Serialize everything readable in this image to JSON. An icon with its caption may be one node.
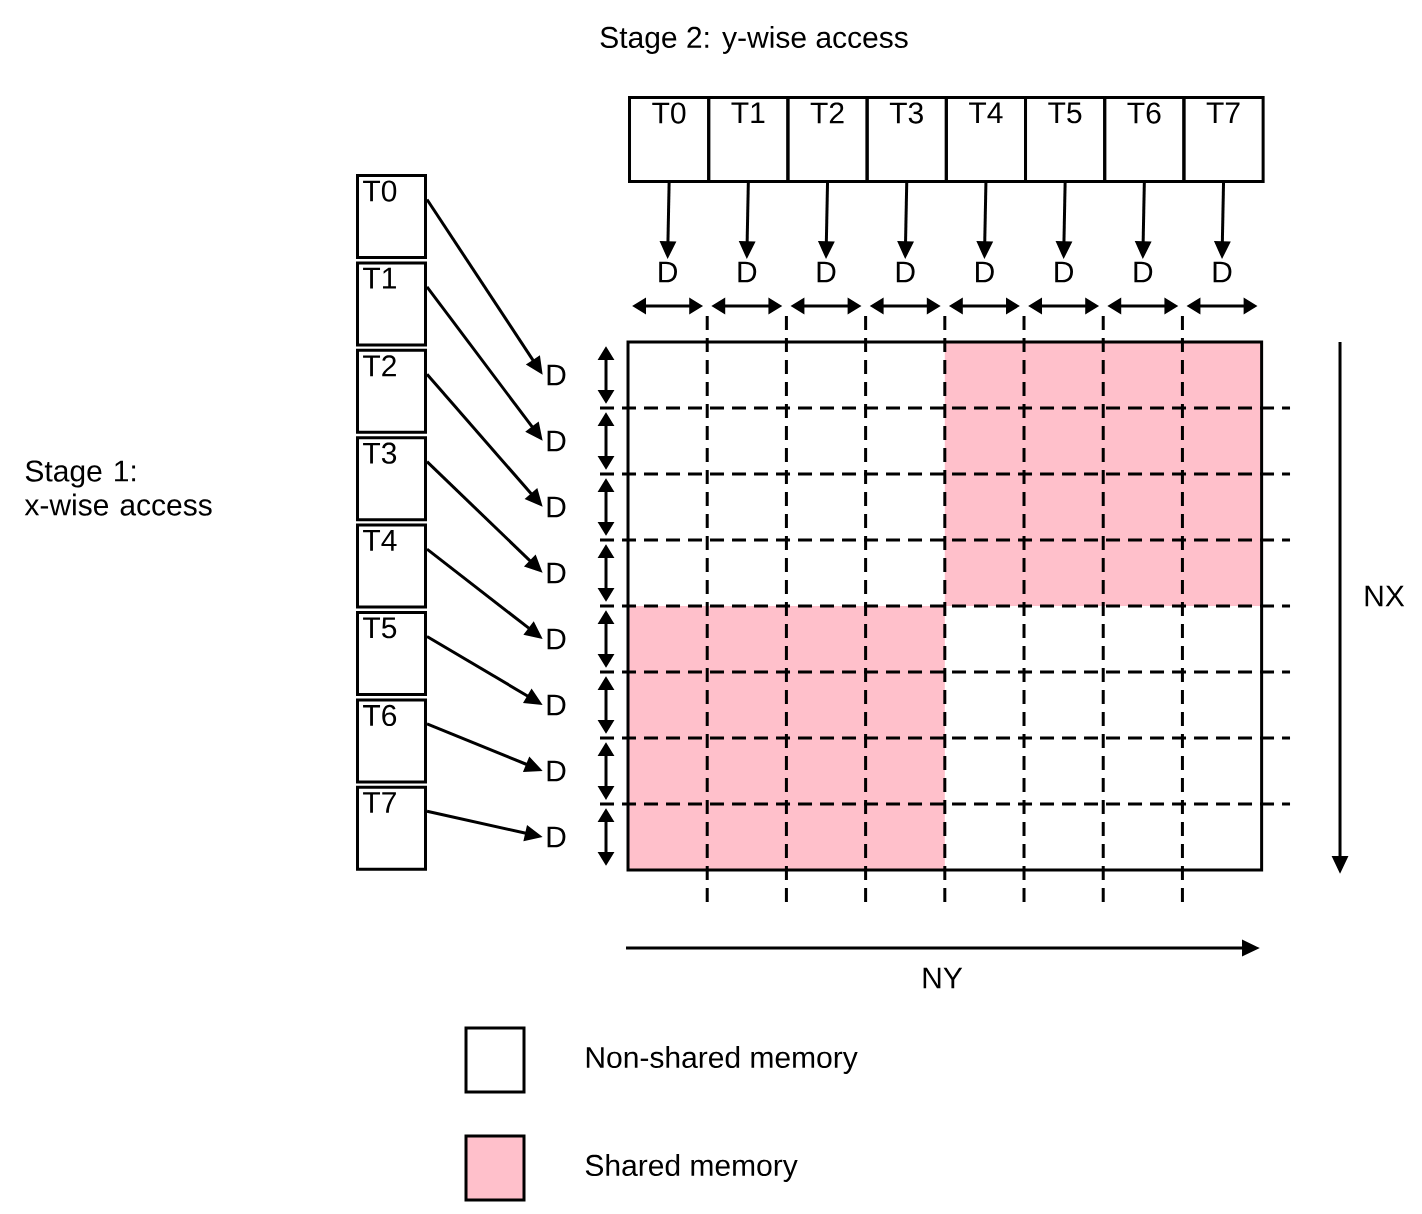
{
  "diagram": {
    "nodes": [
      {
        "text": [
          "T0"
        ]
      },
      {
        "text": [
          "T1"
        ]
      },
      {
        "text": [
          "T2"
        ]
      },
      {
        "text": [
          "T3"
        ]
      },
      {
        "text": [
          "T4"
        ]
      },
      {
        "text": [
          "T5"
        ]
      },
      {
        "text": [
          "T6"
        ]
      },
      {
        "text": [
          "T7"
        ]
      },
      {
        "text": [
          "D"
        ]
      },
      {
        "text": [
          "D"
        ]
      },
      {
        "text": [
          "D"
        ]
      },
      {
        "text": [
          "D"
        ]
      },
      {
        "text": [
          "D"
        ]
      },
      {
        "text": [
          "D"
        ]
      },
      {
        "text": [
          "D"
        ]
      },
      {
        "text": [
          "D"
        ]
      },
      {
        "text": [
          "T0"
        ]
      },
      {
        "text": [
          "T1"
        ]
      },
      {
        "text": [
          "T2"
        ]
      },
      {
        "text": [
          "T3"
        ]
      },
      {
        "text": [
          "T4"
        ]
      },
      {
        "text": [
          "T5"
        ]
      },
      {
        "text": [
          "T6"
        ]
      },
      {
        "text": [
          "T7"
        ]
      },
      {
        "text": [
          "D"
        ]
      },
      {
        "text": [
          "D"
        ]
      },
      {
        "text": [
          "D"
        ]
      },
      {
        "text": [
          "D"
        ]
      },
      {
        "text": [
          "D"
        ]
      },
      {
        "text": [
          "D"
        ]
      },
      {
        "text": [
          "D"
        ]
      },
      {
        "text": [
          "D"
        ]
      }
    ],
    "edges": [
      {
        "from": 0,
        "to": 8,
        "arrow": "to"
      },
      {
        "from": 1,
        "to": 9,
        "arrow": "to"
      },
      {
        "from": 2,
        "to": 10,
        "arrow": "to"
      },
      {
        "from": 3,
        "to": 11,
        "arrow": "to"
      },
      {
        "from": 4,
        "to": 12,
        "arrow": "to"
      },
      {
        "from": 5,
        "to": 13,
        "arrow": "to"
      },
      {
        "from": 6,
        "to": 14,
        "arrow": "to"
      },
      {
        "from": 7,
        "to": 15,
        "arrow": "to"
      },
      {
        "from": 16,
        "to": 24,
        "arrow": "to"
      },
      {
        "from": 17,
        "to": 25,
        "arrow": "to"
      },
      {
        "from": 18,
        "to": 26,
        "arrow": "to"
      },
      {
        "from": 19,
        "to": 27,
        "arrow": "to"
      },
      {
        "from": 20,
        "to": 28,
        "arrow": "to"
      },
      {
        "from": 21,
        "to": 29,
        "arrow": "to"
      },
      {
        "from": 22,
        "to": 30,
        "arrow": "to"
      },
      {
        "from": 23,
        "to": 31,
        "arrow": "to"
      }
    ],
    "labels": [
      "Stage 2: y-wise access",
      "Stage 1: x-wise access",
      "NX",
      "NY"
    ],
    "legend": [
      {
        "text": "Non-shared memory"
      },
      {
        "text": "Shared memory",
        "color": "#ffc0cb"
      }
    ]
  }
}
